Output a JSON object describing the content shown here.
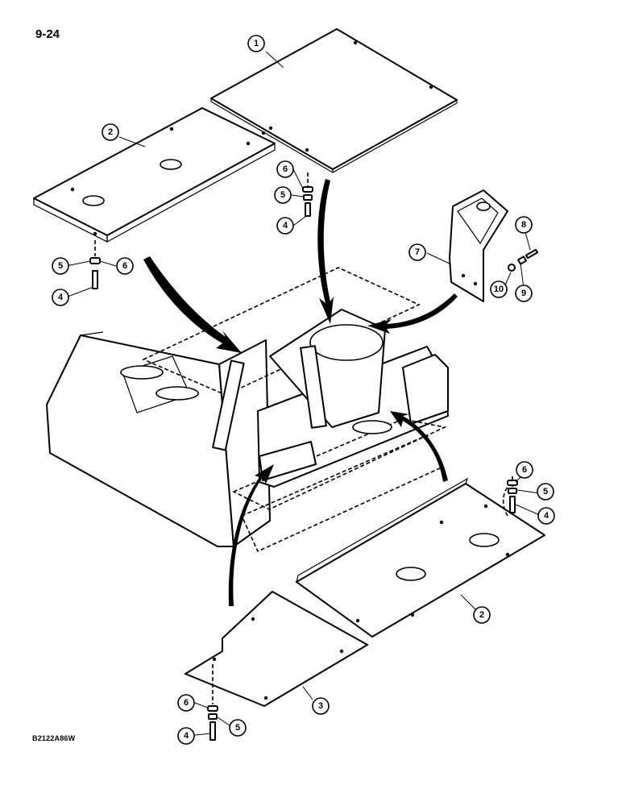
{
  "page_number": "9-24",
  "drawing_code": "B2122A86W",
  "callouts": [
    {
      "label": "1"
    },
    {
      "label": "2"
    },
    {
      "label": "6"
    },
    {
      "label": "5"
    },
    {
      "label": "4"
    },
    {
      "label": "7"
    },
    {
      "label": "8"
    },
    {
      "label": "10"
    },
    {
      "label": "9"
    },
    {
      "label": "5"
    },
    {
      "label": "6"
    },
    {
      "label": "4"
    },
    {
      "label": "6"
    },
    {
      "label": "5"
    },
    {
      "label": "4"
    },
    {
      "label": "2"
    },
    {
      "label": "3"
    },
    {
      "label": "6"
    },
    {
      "label": "5"
    },
    {
      "label": "4"
    }
  ]
}
